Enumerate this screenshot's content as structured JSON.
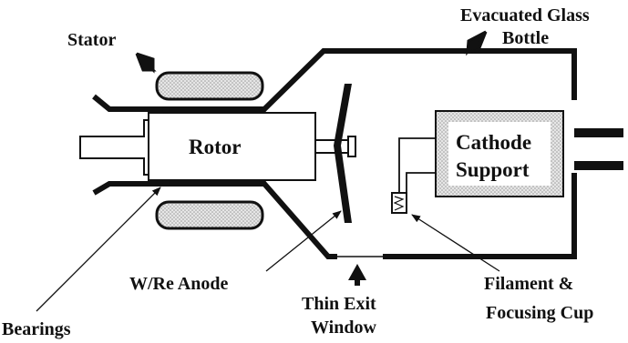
{
  "diagram": {
    "labels": {
      "stator": "Stator",
      "glass_line1": "Evacuated Glass",
      "glass_line2": "Bottle",
      "rotor": "Rotor",
      "cathode_line1": "Cathode",
      "cathode_line2": "Support",
      "anode": "W/Re Anode",
      "window_line1": "Thin Exit",
      "window_line2": "Window",
      "filament_line1": "Filament &",
      "filament_line2": "Focusing Cup",
      "bearings": "Bearings"
    },
    "colors": {
      "ink": "#111111",
      "background": "#ffffff",
      "cathode_fill": "#d9d9d9"
    }
  }
}
